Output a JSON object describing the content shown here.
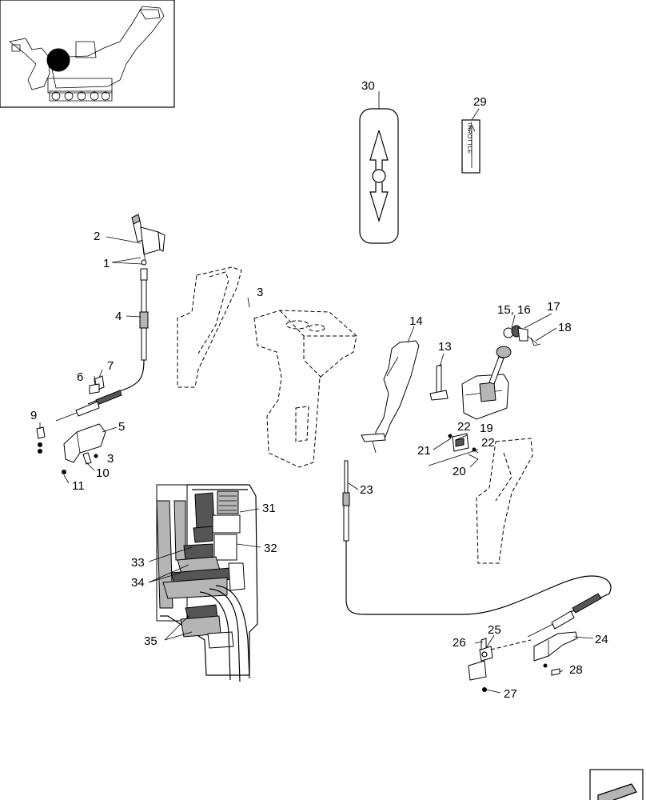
{
  "callouts": {
    "c1": "1",
    "c2": "2",
    "c3a": "3",
    "c3b": "3",
    "c4": "4",
    "c5": "5",
    "c6": "6",
    "c7": "7",
    "c9": "9",
    "c10": "10",
    "c11": "11",
    "c13": "13",
    "c14": "14",
    "c1516": "15, 16",
    "c17": "17",
    "c18": "18",
    "c19": "19",
    "c20": "20",
    "c21": "21",
    "c22a": "22",
    "c22b": "22",
    "c23": "23",
    "c24": "24",
    "c25": "25",
    "c26": "26",
    "c27": "27",
    "c28": "28",
    "c29": "29",
    "c30": "30",
    "c31": "31",
    "c32": "32",
    "c33": "33",
    "c34": "34",
    "c35": "35"
  },
  "decal_text": "THROTTLE",
  "icons": {
    "overview": "machine-overview-icon",
    "decal_arrows": "up-down-arrow-icon",
    "next_page": "next-page-arrow-icon"
  }
}
